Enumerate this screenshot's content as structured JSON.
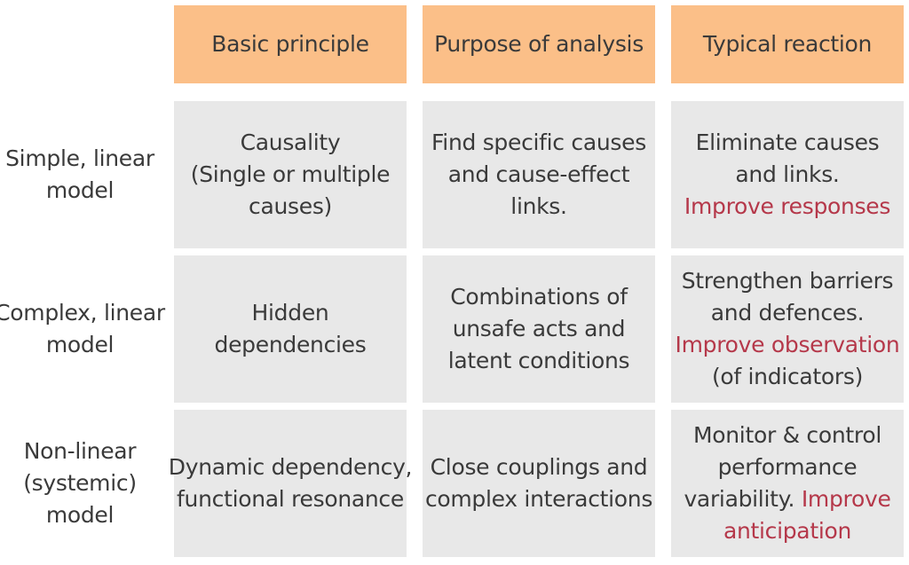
{
  "headers": [
    "Basic principle",
    "Purpose of analysis",
    "Typical reaction"
  ],
  "rows": [
    {
      "label": [
        "Simple, linear",
        "model"
      ],
      "principle": [
        "Causality",
        "(Single or multiple",
        "causes)"
      ],
      "purpose": [
        "Find specific causes",
        "and cause-effect",
        "links."
      ],
      "reaction": [
        "Eliminate causes",
        "and links."
      ],
      "reaction_highlight": "Improve responses"
    },
    {
      "label": [
        "Complex, linear",
        "model"
      ],
      "principle": [
        "Hidden",
        "dependencies"
      ],
      "purpose": [
        "Combinations of",
        "unsafe acts and",
        "latent conditions"
      ],
      "reaction": [
        "Strengthen barriers",
        "and defences."
      ],
      "reaction_highlight": "Improve observation",
      "reaction_tail": "(of indicators)"
    },
    {
      "label": [
        "Non-linear",
        "(systemic)",
        "model"
      ],
      "principle": [
        "Dynamic dependency,",
        "functional resonance"
      ],
      "purpose": [
        "Close couplings and",
        "complex interactions"
      ],
      "reaction": [
        "Monitor & control",
        "performance"
      ],
      "reaction_mixed": {
        "plain": "variability. ",
        "highlight": "Improve"
      },
      "reaction_highlight": "anticipation"
    }
  ],
  "colors": {
    "header_bg": "#fbbf88",
    "cell_bg": "#e8e8e8",
    "text": "#3a3a3a",
    "accent": "#b5384a"
  }
}
